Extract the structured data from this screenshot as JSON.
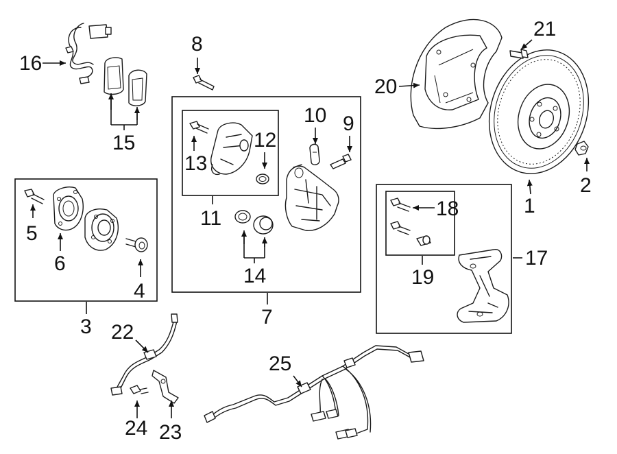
{
  "diagram": {
    "callouts": {
      "c1": "1",
      "c2": "2",
      "c3": "3",
      "c4": "4",
      "c5": "5",
      "c6": "6",
      "c7": "7",
      "c8": "8",
      "c9": "9",
      "c10": "10",
      "c11": "11",
      "c12": "12",
      "c13": "13",
      "c14": "14",
      "c15": "15",
      "c16": "16",
      "c17": "17",
      "c18": "18",
      "c19": "19",
      "c20": "20",
      "c21": "21",
      "c22": "22",
      "c23": "23",
      "c24": "24",
      "c25": "25"
    },
    "colors": {
      "line": "#1a1a1a",
      "background": "#ffffff"
    }
  }
}
